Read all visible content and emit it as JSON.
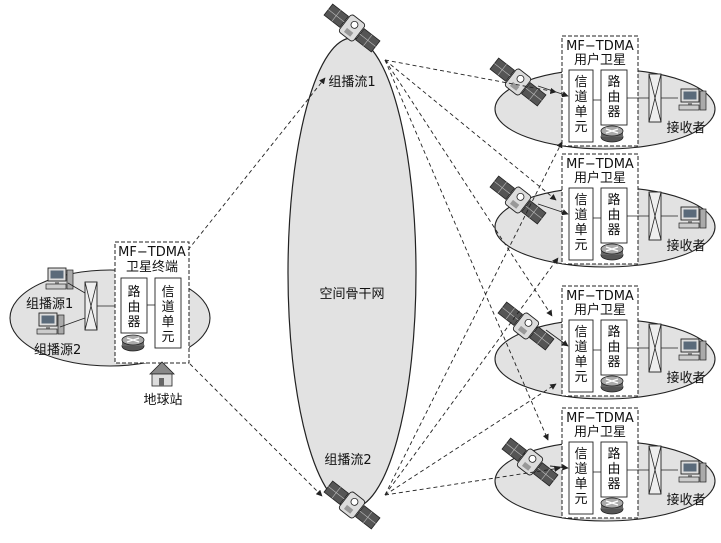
{
  "labels": {
    "multicast_stream_1": "组播流1",
    "multicast_stream_2": "组播流2",
    "space_backbone": "空间骨干网",
    "earth_station": "地球站",
    "source_1": "组播源1",
    "source_2": "组播源2",
    "terminal_title_1": "MF−TDMA",
    "terminal_title_2": "卫星终端",
    "router_chars": [
      "路",
      "由",
      "器"
    ],
    "channel_chars": [
      "信",
      "道",
      "单",
      "元"
    ],
    "user_sat_title_1": "MF−TDMA",
    "user_sat_title_2": "用户卫星",
    "receiver": "接收者"
  },
  "colors": {
    "ellipse_fill": "#e2e2e2",
    "line": "#222222"
  },
  "icons": {
    "satellite": "satellite-icon",
    "computer": "computer-icon",
    "router": "router-icon",
    "switch": "switch-icon",
    "house": "house-icon"
  }
}
